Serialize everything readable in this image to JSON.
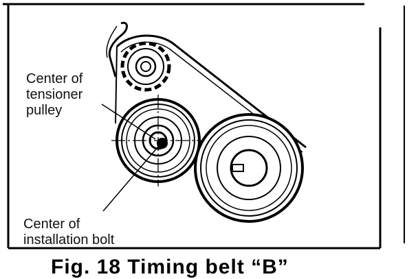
{
  "figure": {
    "caption": "Fig. 18  Timing belt “B”",
    "labels": {
      "tensioner_line1": "Center of",
      "tensioner_line2": "tensioner",
      "tensioner_line3": "pulley",
      "bolt_line1": "Center of",
      "bolt_line2": "installation bolt"
    }
  },
  "colors": {
    "ink": "#000000",
    "paper": "#ffffff"
  }
}
